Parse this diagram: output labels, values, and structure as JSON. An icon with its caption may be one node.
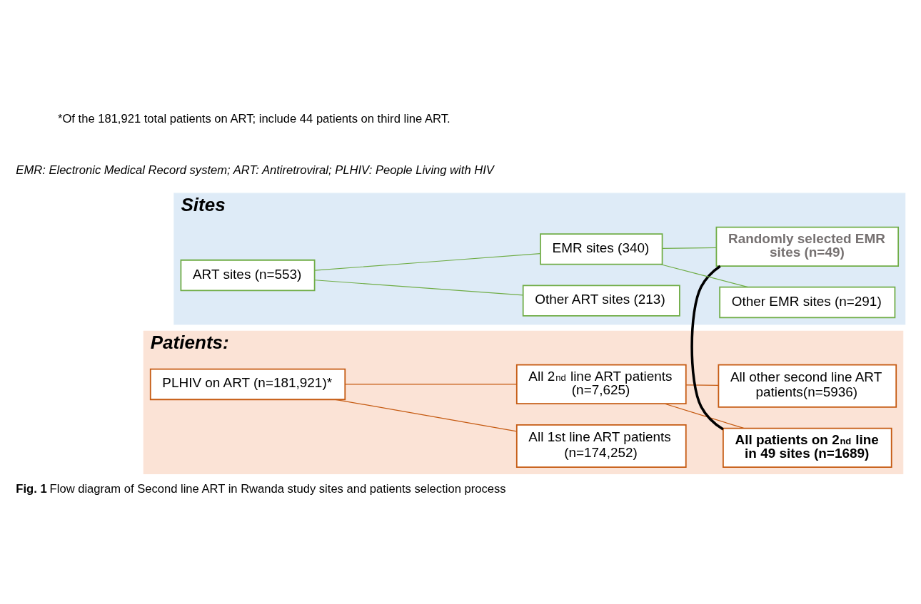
{
  "diagram": {
    "caption": "**Fig. 1** Flow diagram of Second line ART in Rwanda study sites and patients selection process",
    "nodes": [
      {
        "text": [
          "Patients:"
        ]
      },
      {
        "text": [
          "PLHIV on ART (n=181,921)*"
        ],
        "in": 0
      },
      {
        "text": [
          "All 2$^{nd}$ line ART patients (n=7,625)"
        ],
        "in": 0
      },
      {
        "text": [
          "All 1st line ART patients (n=174,252)"
        ],
        "in": 0
      },
      {
        "text": [
          "All other second line ART patients(n=5936)"
        ],
        "in": 0
      },
      {
        "text": [
          "All patients on 2$^{nd}$ line in 49 sites (n=1689)"
        ],
        "in": 0
      },
      {
        "text": [
          "Sites"
        ]
      },
      {
        "text": [
          "ART sites (n=553)"
        ],
        "in": 6
      },
      {
        "text": [
          "EMR sites (340)"
        ],
        "in": 6
      },
      {
        "text": [
          "Other ART sites (213)"
        ],
        "in": 6
      },
      {
        "text": [
          "Randomly selected EMR sites (n=49)"
        ],
        "in": 6
      },
      {
        "text": [
          "Other EMR sites (n=291)"
        ],
        "in": 6
      }
    ],
    "edges": [
      {
        "from": 1,
        "to": 2,
        "arrow": "none",
        "color": "#c55a11"
      },
      {
        "from": 1,
        "to": 3,
        "arrow": "none",
        "color": "#c55a11"
      },
      {
        "from": 2,
        "to": 4,
        "arrow": "none",
        "color": "#c55a11"
      },
      {
        "from": 2,
        "to": 5,
        "arrow": "none",
        "color": "#c55a11"
      },
      {
        "from": 7,
        "to": 8,
        "arrow": "none",
        "color": "#70ad47"
      },
      {
        "from": 7,
        "to": 9,
        "arrow": "none",
        "color": "#70ad47"
      },
      {
        "from": 8,
        "to": 10,
        "arrow": "none",
        "color": "#70ad47"
      },
      {
        "from": 8,
        "to": 11,
        "arrow": "none",
        "color": "#70ad47"
      },
      {
        "from": 5,
        "to": 10,
        "arrow": "none",
        "style": "thick",
        "color": "#000000"
      }
    ],
    "labels": [
      "EMR: Electronic Medical Record system; ART: Antiretroviral; PLHIV: People Living with HIV",
      "*Of the 181,921 total patients on ART; include 44 patients on third line ART."
    ]
  }
}
